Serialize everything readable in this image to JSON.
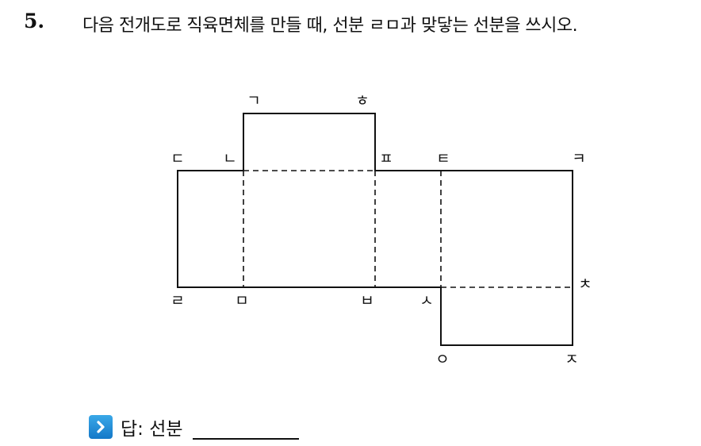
{
  "question": {
    "number": "5.",
    "text": "다음 전개도로 직육면체를 만들 때, 선분 ㄹㅁ과 맞닿는 선분을 쓰시오."
  },
  "figure": {
    "labels": {
      "g": "ㄱ",
      "h": "ㅎ",
      "d": "ㄷ",
      "n": "ㄴ",
      "p": "ㅍ",
      "t": "ㅌ",
      "k": "ㅋ",
      "r": "ㄹ",
      "m": "ㅁ",
      "b": "ㅂ",
      "s": "ㅅ",
      "ch": "ㅊ",
      "o": "ㅇ",
      "j": "ㅈ"
    }
  },
  "answer": {
    "icon": "chevron-right-icon",
    "label": "답: 선분",
    "accent": "#1f8ad6"
  }
}
